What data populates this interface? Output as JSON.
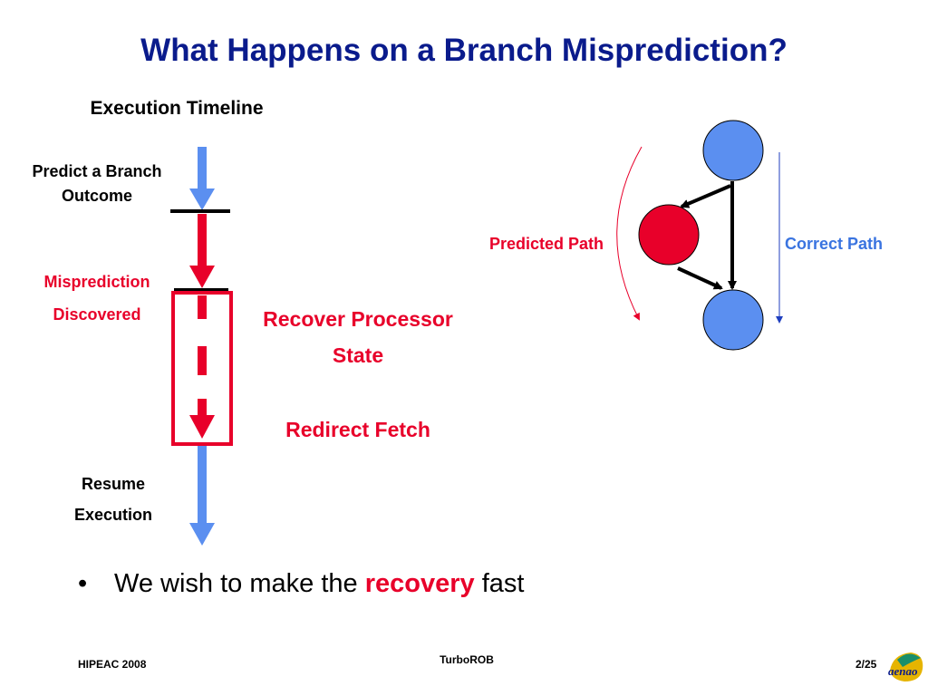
{
  "slide": {
    "title": "What Happens on a Branch Misprediction?"
  },
  "timeline": {
    "heading": "Execution Timeline",
    "predict_line1": "Predict a Branch",
    "predict_line2": "Outcome",
    "mispred_line1": "Misprediction",
    "mispred_line2": "Discovered",
    "recover_line1": "Recover Processor",
    "recover_line2": "State",
    "redirect": "Redirect Fetch",
    "resume_line1": "Resume",
    "resume_line2": "Execution"
  },
  "graph": {
    "predicted_label": "Predicted Path",
    "correct_label": "Correct Path"
  },
  "bullet": {
    "marker": "•",
    "prefix": "We wish to make the",
    "highlight": "recovery",
    "suffix": "fast"
  },
  "footer": {
    "left": "HIPEAC 2008",
    "center": "TurboROB",
    "page": "2/25",
    "logo_text": "aenao"
  },
  "colors": {
    "title": "#0a1b8c",
    "red": "#e8002a",
    "blue_arrow": "#5b8ff0",
    "node_blue": "#5b8ff0",
    "node_red": "#e8002a"
  }
}
